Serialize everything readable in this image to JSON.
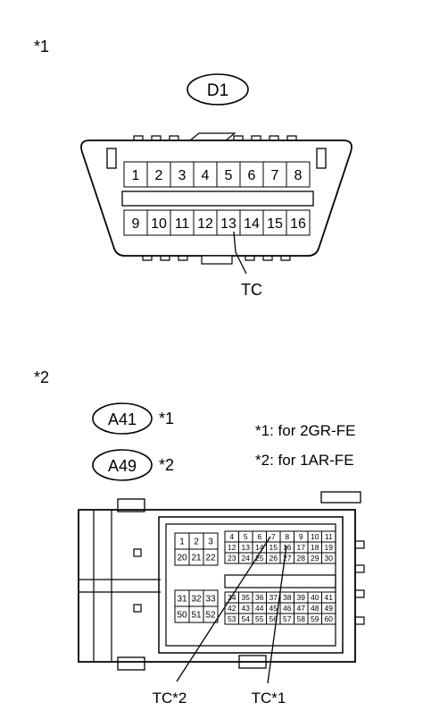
{
  "section1": {
    "marker": "*1",
    "connector_id": "D1",
    "terminal_label": "TC",
    "top_row": [
      "1",
      "2",
      "3",
      "4",
      "5",
      "6",
      "7",
      "8"
    ],
    "bottom_row": [
      "9",
      "10",
      "11",
      "12",
      "13",
      "14",
      "15",
      "16"
    ]
  },
  "section2": {
    "marker": "*2",
    "connector_a": {
      "id": "A41",
      "note": "*1"
    },
    "connector_b": {
      "id": "A49",
      "note": "*2"
    },
    "legend": [
      "*1: for 2GR-FE",
      "*2: for 1AR-FE"
    ],
    "left_block": {
      "rows_top": [
        [
          "1",
          "2",
          "3"
        ],
        [
          "20",
          "21",
          "22"
        ]
      ],
      "rows_bottom": [
        [
          "31",
          "32",
          "33"
        ],
        [
          "50",
          "51",
          "52"
        ]
      ]
    },
    "right_block": {
      "rows_top": [
        [
          "4",
          "5",
          "6",
          "7",
          "8",
          "9",
          "10",
          "11"
        ],
        [
          "12",
          "13",
          "14",
          "15",
          "16",
          "17",
          "18",
          "19"
        ],
        [
          "23",
          "24",
          "25",
          "26",
          "27",
          "28",
          "29",
          "30"
        ]
      ],
      "rows_bottom": [
        [
          "34",
          "35",
          "36",
          "37",
          "38",
          "39",
          "40",
          "41"
        ],
        [
          "42",
          "43",
          "44",
          "45",
          "46",
          "47",
          "48",
          "49"
        ],
        [
          "53",
          "54",
          "55",
          "56",
          "57",
          "58",
          "59",
          "60"
        ]
      ]
    },
    "terminal_labels": [
      "TC*2",
      "TC*1"
    ]
  }
}
